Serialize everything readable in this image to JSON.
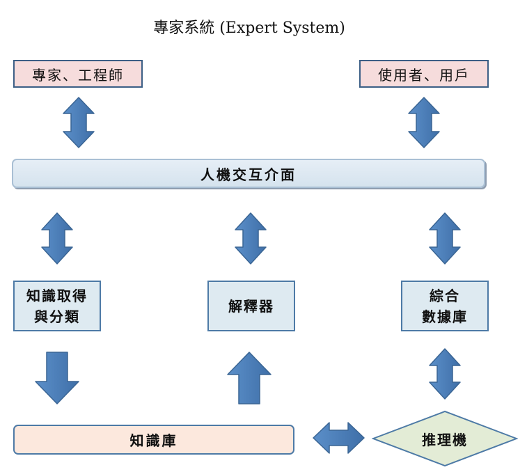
{
  "title": "專家系統 (Expert System)",
  "nodes": {
    "experts": "專家、工程師",
    "users": "使用者、用戶",
    "interface": "人機交互介面",
    "acquisition_line1": "知識取得",
    "acquisition_line2": "與分類",
    "explainer": "解釋器",
    "database_line1": "綜合",
    "database_line2": "數據庫",
    "knowledge_base": "知識庫",
    "inference_engine": "推理機"
  },
  "colors": {
    "arrow_fill": "#4f81bd",
    "arrow_stroke": "#3a6594",
    "pink_box": "#f6dcdc",
    "blue_box": "#deeaf1",
    "interface_bar": "#dbe6f0",
    "knowledge_base_fill": "#fce8dd",
    "diamond_fill": "#e3ecd6"
  }
}
